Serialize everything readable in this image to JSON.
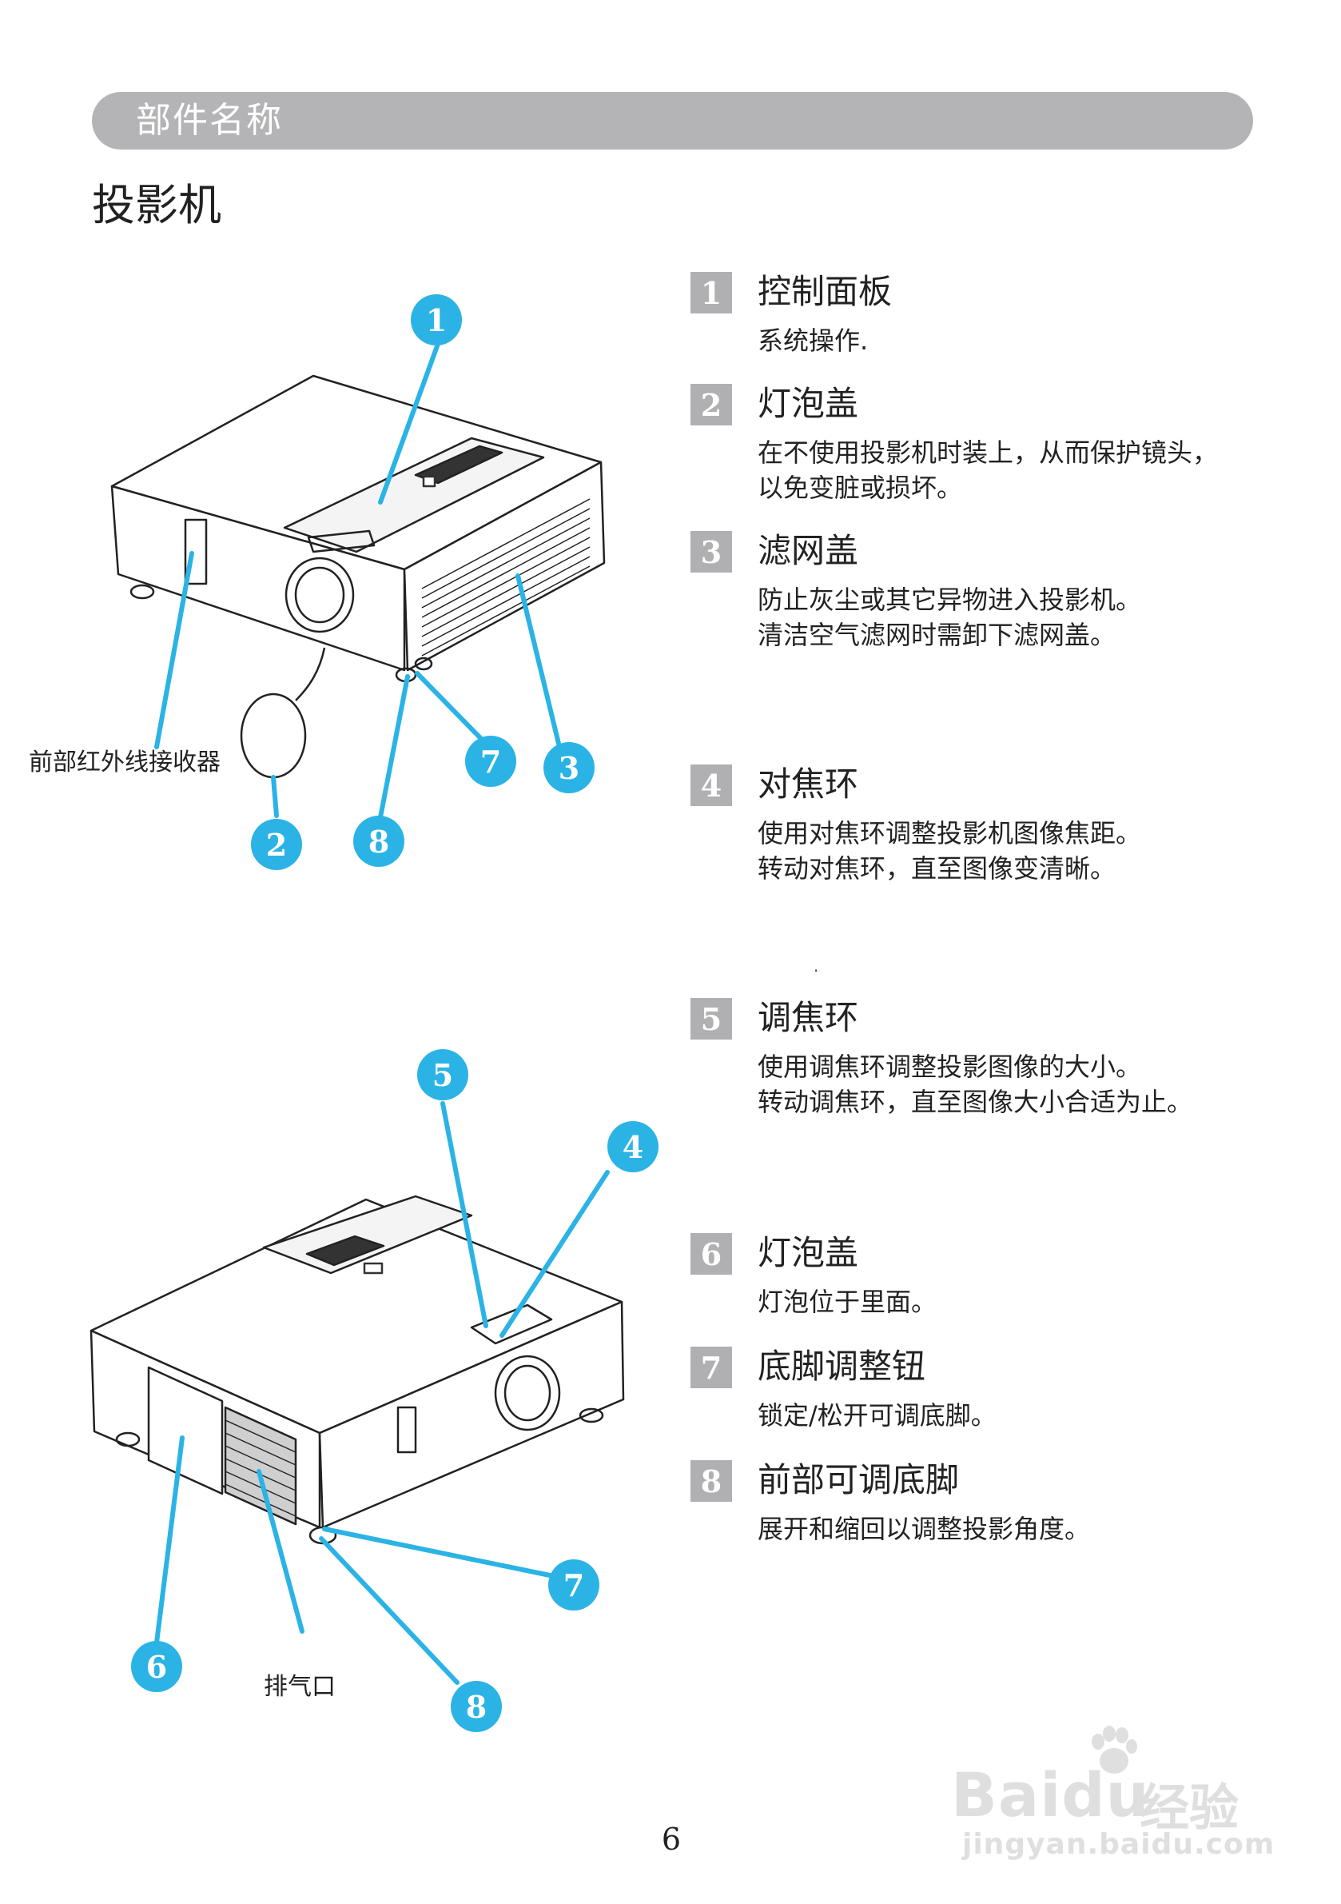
{
  "header": {
    "section_title": "部件名称"
  },
  "page_title": "投影机",
  "parts": [
    {
      "num": "1",
      "name": "控制面板",
      "desc": [
        "系统操作."
      ]
    },
    {
      "num": "2",
      "name": "灯泡盖",
      "desc": [
        "在不使用投影机时装上，从而保护镜头，",
        "以免变脏或损坏。"
      ]
    },
    {
      "num": "3",
      "name": "滤网盖",
      "desc": [
        "防止灰尘或其它异物进入投影机。",
        "清洁空气滤网时需卸下滤网盖。"
      ]
    },
    {
      "num": "4",
      "name": "对焦环",
      "desc": [
        "使用对焦环调整投影机图像焦距。",
        "转动对焦环，直至图像变清晰。"
      ]
    },
    {
      "num": "5",
      "name": "调焦环",
      "desc": [
        "使用调焦环调整投影图像的大小。",
        "转动调焦环，直至图像大小合适为止。"
      ]
    },
    {
      "num": "6",
      "name": "灯泡盖",
      "desc": [
        "灯泡位于里面。"
      ]
    },
    {
      "num": "7",
      "name": "底脚调整钮",
      "desc": [
        "锁定/松开可调底脚。"
      ]
    },
    {
      "num": "8",
      "name": "前部可调底脚",
      "desc": [
        "展开和缩回以调整投影角度。"
      ]
    }
  ],
  "figure_top": {
    "ir_receiver_label": "前部红外线接收器",
    "callouts": [
      "1",
      "2",
      "3",
      "7",
      "8"
    ]
  },
  "figure_bottom": {
    "exhaust_label": "排气口",
    "callouts": [
      "5",
      "4",
      "6",
      "7",
      "8"
    ]
  },
  "stray_dot": ".",
  "page_number": "6",
  "watermark": {
    "brand": "Bai",
    "brand_suffix": "du",
    "cn": "经验",
    "url": "jingyan.baidu.com"
  },
  "colors": {
    "callout": "#2bb3e6",
    "header_bar": "#b4b4b6",
    "badge": "#b0b0b2"
  }
}
